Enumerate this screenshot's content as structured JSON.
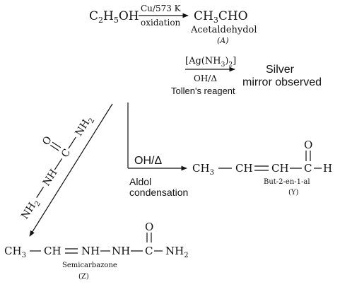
{
  "reaction1": {
    "reactant": {
      "main": "C",
      "sub1": "2",
      "mid": "H",
      "sub2": "5",
      "end": "OH"
    },
    "reagent_above": "Cu/573 K",
    "reagent_below": "oxidation",
    "product": {
      "main": "CH",
      "sub": "3",
      "end": "CHO"
    },
    "product_name": "Acetaldehydol",
    "product_label": "(A)"
  },
  "tollens": {
    "reagent_above": {
      "pre": "[Ag(NH",
      "sub": "3",
      "mid": ")",
      "sub2": "2",
      "post": "]"
    },
    "reagent_below": "OH/Δ",
    "reagent_name": "Tollen's reagent",
    "result_line1": "Silver",
    "result_line2": "mirror observed"
  },
  "aldol": {
    "reagent_above": "OH/Δ",
    "reagent_below_line1": "Aldol",
    "reagent_below_line2": "condensation",
    "product": {
      "ch3": "CH",
      "ch3_sub": "3",
      "ch_a": "CH",
      "ch_b": "CH",
      "c": "C",
      "h": "H",
      "o": "O"
    },
    "product_name": "But-2-en-1-al",
    "product_label": "(Y)"
  },
  "semicarbazide": {
    "nh2_top": "NH",
    "nh2_top_sub": "2",
    "c": "C",
    "o": "O",
    "nh": "NH",
    "nh2_bottom": "NH",
    "nh2_bottom_sub": "2"
  },
  "semicarbazone": {
    "ch3": "CH",
    "ch3_sub": "3",
    "ch": "CH",
    "nh_a": "NH",
    "nh_b": "NH",
    "c": "C",
    "o": "O",
    "nh2": "NH",
    "nh2_sub": "2",
    "product_name": "Semicarbazone",
    "product_label": "(Z)"
  }
}
